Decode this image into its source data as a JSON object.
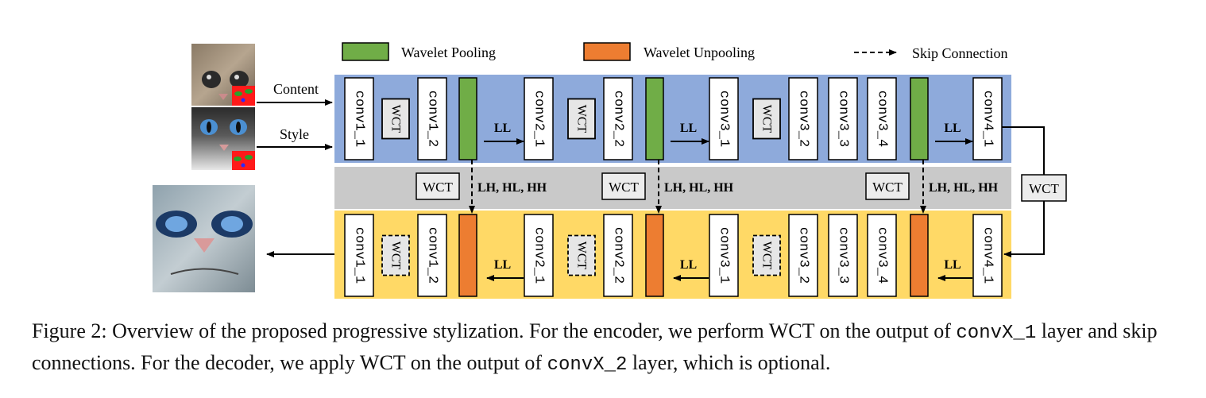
{
  "legend": {
    "pooling": "Wavelet Pooling",
    "unpooling": "Wavelet Unpooling",
    "skip": "Skip Connection"
  },
  "inputs": {
    "content": "Content",
    "style": "Style"
  },
  "encoder_layers": [
    "conv1_1",
    "conv1_2",
    "conv2_1",
    "conv2_2",
    "conv3_1",
    "conv3_2",
    "conv3_3",
    "conv3_4",
    "conv4_1"
  ],
  "decoder_layers": [
    "conv1_1",
    "conv1_2",
    "conv2_1",
    "conv2_2",
    "conv3_1",
    "conv3_2",
    "conv3_3",
    "conv3_4",
    "conv4_1"
  ],
  "wct_label": "WCT",
  "ll_label": "LL",
  "skip_label": "LH, HL, HH",
  "caption": {
    "part1": "Figure 2: Overview of the proposed progressive stylization. For the encoder, we perform WCT on the output of ",
    "code1": "convX_1",
    "part2": " layer and skip connections. For the decoder, we apply WCT on the output of ",
    "code2": "convX_2",
    "part3": " layer, which is optional."
  },
  "colors": {
    "encoder_bg": "#8eaadb",
    "skip_band_bg": "#c9c9c9",
    "decoder_bg": "#ffd966",
    "pooling": "#70ad47",
    "unpooling": "#ed7d31"
  }
}
